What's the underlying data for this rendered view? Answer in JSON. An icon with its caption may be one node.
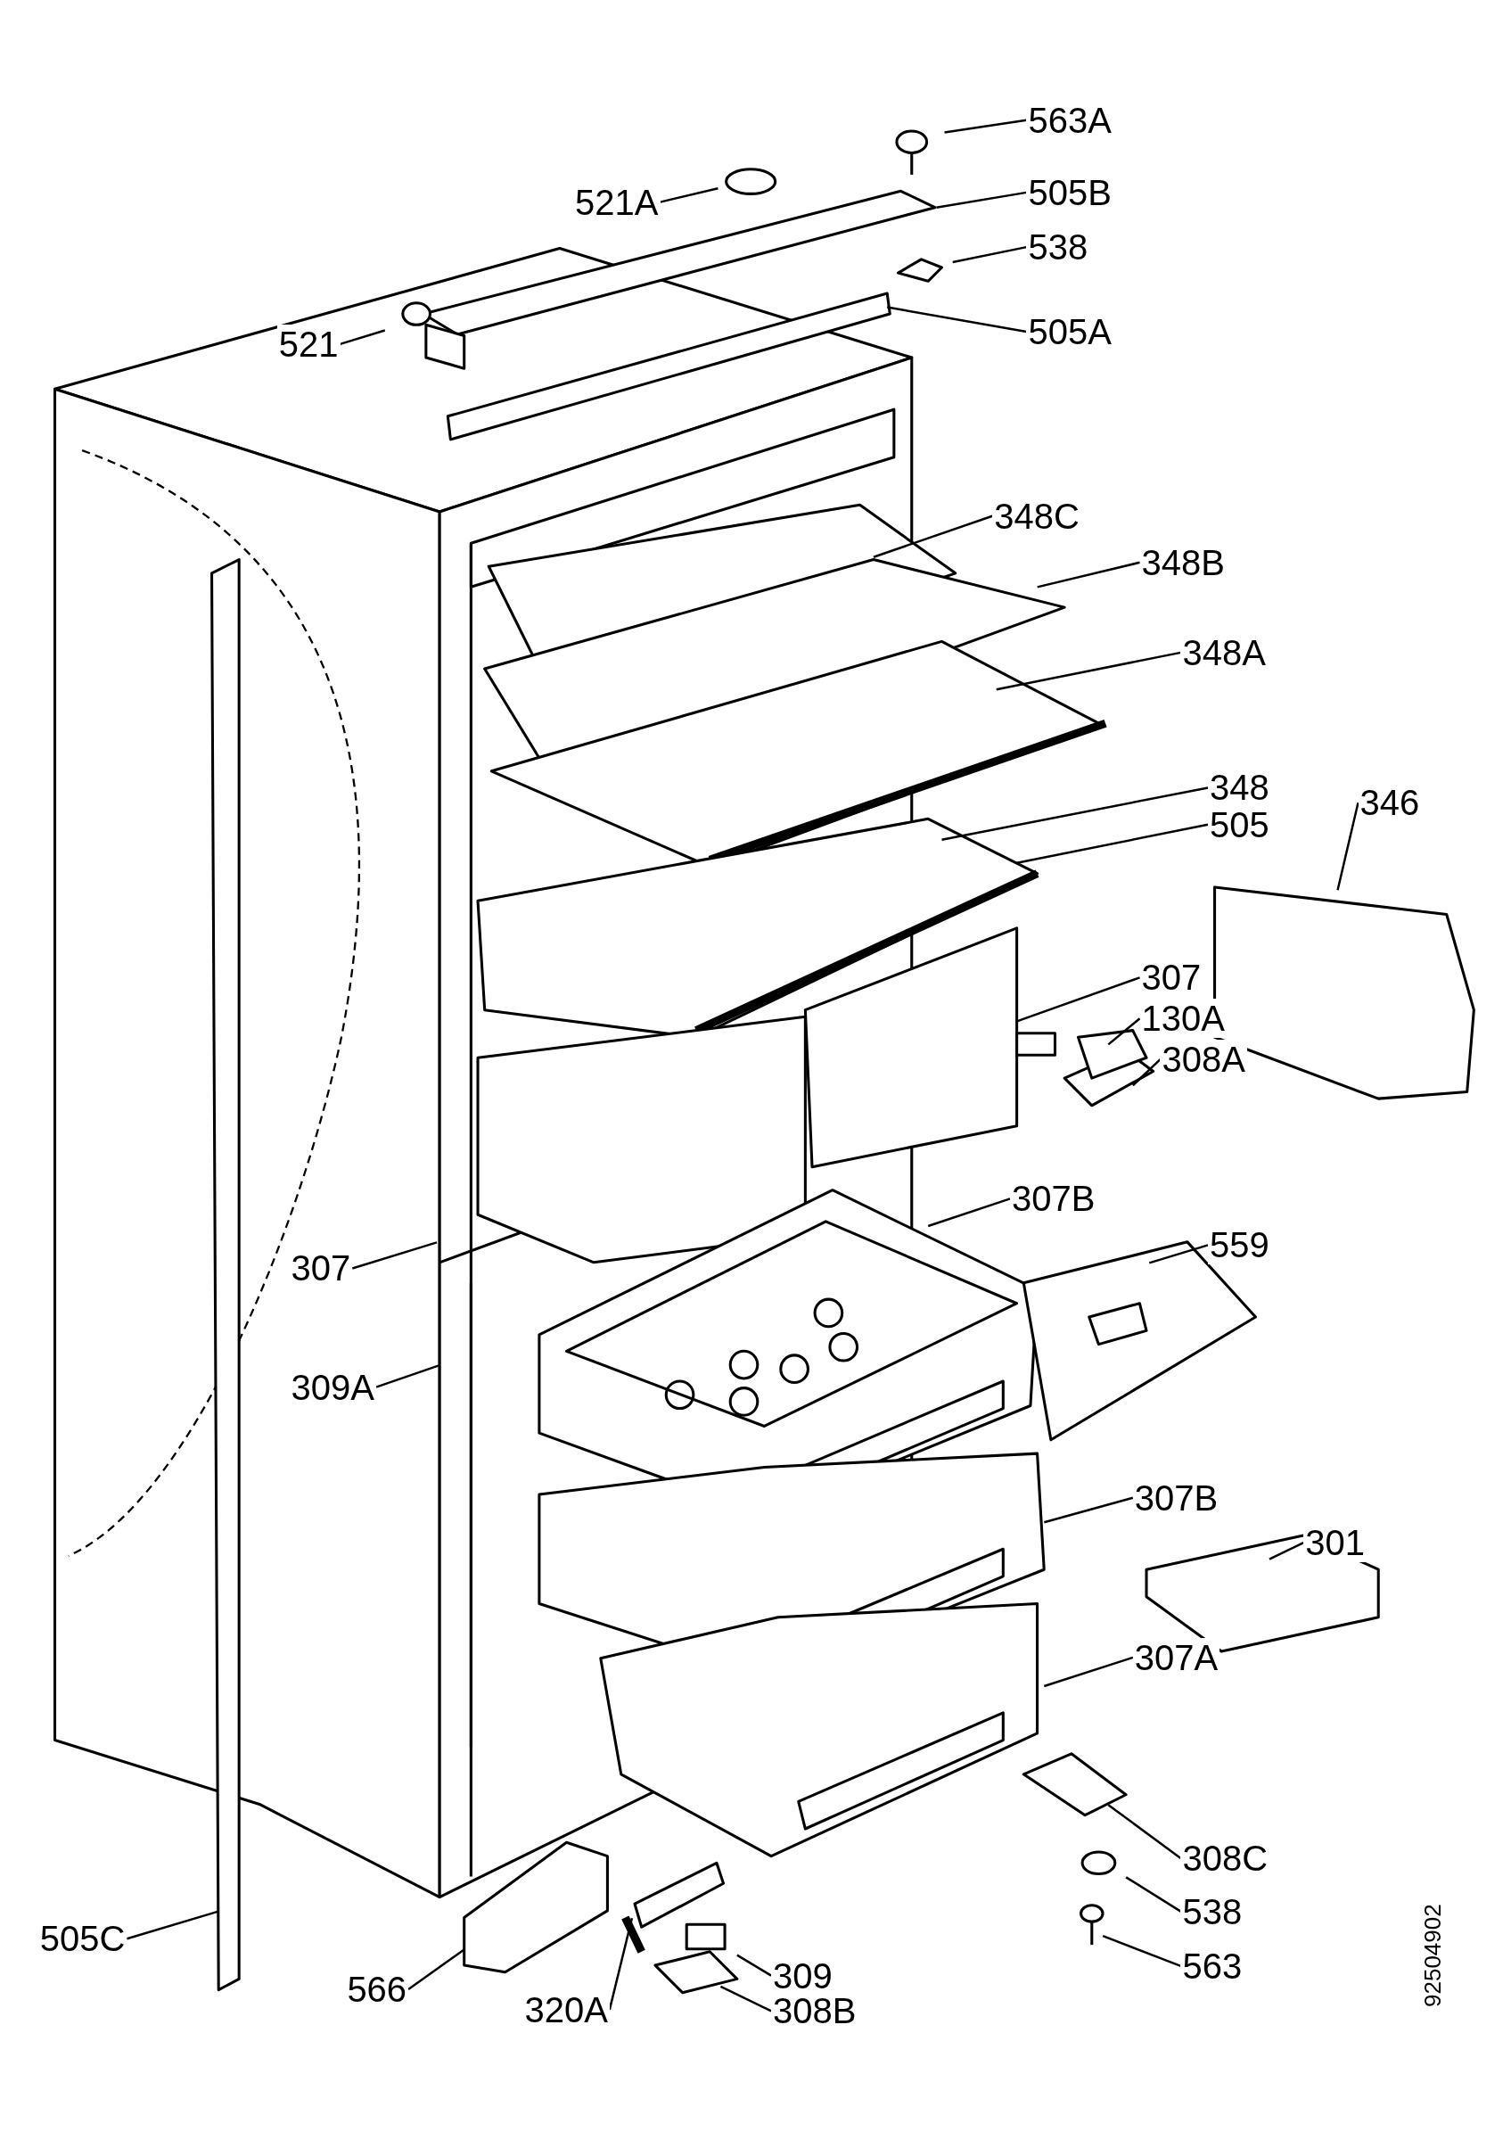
{
  "diagram": {
    "nodes": [
      {
        "text": [
          "563A"
        ]
      },
      {
        "text": [
          "505B"
        ]
      },
      {
        "text": [
          "521A"
        ]
      },
      {
        "text": [
          "538"
        ]
      },
      {
        "text": [
          "505A"
        ]
      },
      {
        "text": [
          "521"
        ]
      },
      {
        "text": [
          "348C"
        ]
      },
      {
        "text": [
          "348B"
        ]
      },
      {
        "text": [
          "348A"
        ]
      },
      {
        "text": [
          "348"
        ]
      },
      {
        "text": [
          "346"
        ]
      },
      {
        "text": [
          "505"
        ]
      },
      {
        "text": [
          "307"
        ]
      },
      {
        "text": [
          "130A"
        ]
      },
      {
        "text": [
          "308A"
        ]
      },
      {
        "text": [
          "307B"
        ]
      },
      {
        "text": [
          "559"
        ]
      },
      {
        "text": [
          "307"
        ]
      },
      {
        "text": [
          "309A"
        ]
      },
      {
        "text": [
          "307B"
        ]
      },
      {
        "text": [
          "301"
        ]
      },
      {
        "text": [
          "307A"
        ]
      },
      {
        "text": [
          "308C"
        ]
      },
      {
        "text": [
          "538"
        ]
      },
      {
        "text": [
          "505C"
        ]
      },
      {
        "text": [
          "563"
        ]
      },
      {
        "text": [
          "309"
        ]
      },
      {
        "text": [
          "566"
        ]
      },
      {
        "text": [
          "320A"
        ]
      },
      {
        "text": [
          "308B"
        ]
      }
    ],
    "edges": [
      {
        "from": 0,
        "to": null,
        "arrow": "none"
      },
      {
        "from": 1,
        "to": null,
        "arrow": "none"
      },
      {
        "from": 2,
        "to": null,
        "arrow": "none"
      },
      {
        "from": 3,
        "to": null,
        "arrow": "none"
      },
      {
        "from": 4,
        "to": null,
        "arrow": "none"
      },
      {
        "from": 5,
        "to": null,
        "arrow": "none"
      },
      {
        "from": 6,
        "to": null,
        "arrow": "none"
      },
      {
        "from": 7,
        "to": null,
        "arrow": "none"
      },
      {
        "from": 8,
        "to": null,
        "arrow": "none"
      },
      {
        "from": 9,
        "to": null,
        "arrow": "none"
      },
      {
        "from": 10,
        "to": null,
        "arrow": "none"
      },
      {
        "from": 11,
        "to": null,
        "arrow": "none"
      },
      {
        "from": 12,
        "to": null,
        "arrow": "none"
      },
      {
        "from": 13,
        "to": null,
        "arrow": "none"
      },
      {
        "from": 14,
        "to": null,
        "arrow": "none"
      },
      {
        "from": 15,
        "to": null,
        "arrow": "none"
      },
      {
        "from": 16,
        "to": null,
        "arrow": "none"
      },
      {
        "from": 17,
        "to": null,
        "arrow": "none"
      },
      {
        "from": 18,
        "to": null,
        "arrow": "none"
      },
      {
        "from": 19,
        "to": null,
        "arrow": "none"
      },
      {
        "from": 20,
        "to": null,
        "arrow": "none"
      },
      {
        "from": 21,
        "to": null,
        "arrow": "none"
      },
      {
        "from": 22,
        "to": null,
        "arrow": "none"
      },
      {
        "from": 23,
        "to": null,
        "arrow": "none"
      },
      {
        "from": 24,
        "to": null,
        "arrow": "none"
      },
      {
        "from": 25,
        "to": null,
        "arrow": "none"
      },
      {
        "from": 26,
        "to": null,
        "arrow": "none"
      },
      {
        "from": 27,
        "to": null,
        "arrow": "none"
      },
      {
        "from": 28,
        "to": null,
        "arrow": "none"
      },
      {
        "from": 29,
        "to": null,
        "arrow": "none"
      }
    ],
    "labels": [
      "92504902"
    ]
  }
}
